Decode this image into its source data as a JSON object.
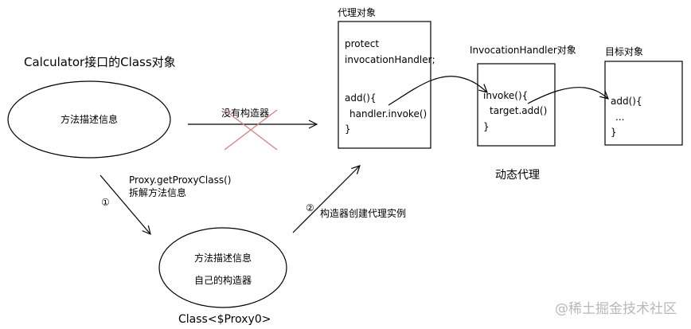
{
  "labels": {
    "calculator_title": "Calculator接口的Class对象",
    "ellipse1_text": "方法描述信息",
    "no_constructor": "没有构造器",
    "proxy_call_line1": "Proxy.getProxyClass()",
    "proxy_call_line2": "拆解方法信息",
    "step1": "①",
    "step2": "②",
    "create_instance": "构造器创建代理实例",
    "ellipse2_line1": "方法描述信息",
    "ellipse2_line2": "自己的构造器",
    "class_proxy0": "Class<$Proxy0>",
    "proxy_object_title": "代理对象",
    "handler_title": "InvocationHandler对象",
    "target_title": "目标对象",
    "dynamic_proxy": "动态代理",
    "watermark": "@稀土掘金技术社区"
  },
  "proxy_box_lines": [
    "protect",
    "invocationHandler;",
    "add(){",
    "handler.invoke()",
    "}"
  ],
  "handler_box_lines": [
    "invoke(){",
    "target.add()",
    "}"
  ],
  "target_box_lines": [
    "add(){",
    "...",
    "}"
  ],
  "colors": {
    "line": "#000000",
    "cross": "#d97a7a",
    "watermark": "#b8b8b8"
  }
}
